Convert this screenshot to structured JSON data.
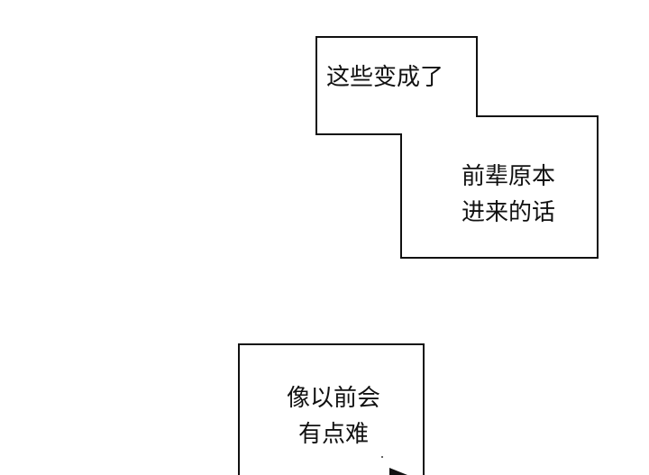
{
  "captions": {
    "box_1": {
      "text": "这些变成了"
    },
    "box_2": {
      "line_1": "前辈原本",
      "line_2": "进来的话"
    },
    "box_3": {
      "line_1": "像以前会",
      "line_2": "有点难"
    }
  },
  "colors": {
    "background": "#ffffff",
    "ink": "#111111"
  }
}
